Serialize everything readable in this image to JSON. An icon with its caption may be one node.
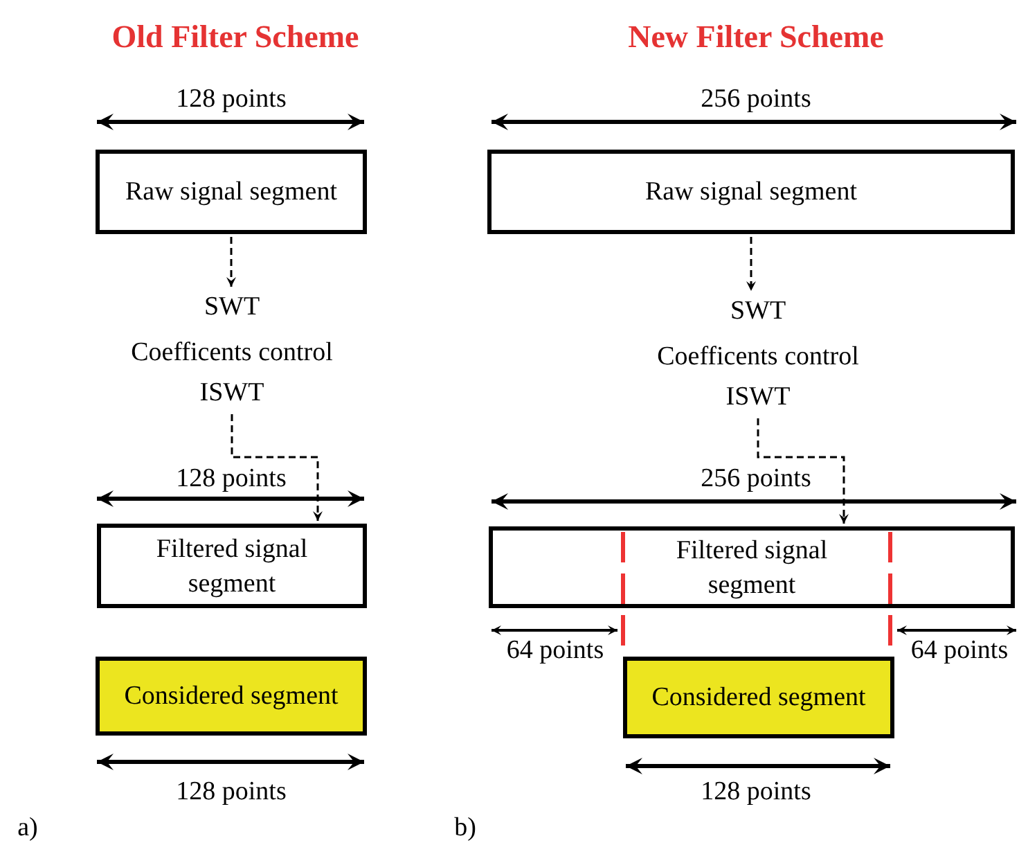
{
  "diagram": {
    "nodes": [
      {
        "text": [
          "Raw signal segment"
        ]
      },
      {
        "text": [
          "SWT",
          "Coefficents control",
          "ISWT"
        ]
      },
      {
        "text": [
          "Filtered signal segment"
        ]
      },
      {
        "text": [
          "Considered segment"
        ]
      },
      {
        "text": [
          "Raw signal segment"
        ]
      },
      {
        "text": [
          "SWT",
          "Coefficents control",
          "ISWT"
        ]
      },
      {
        "text": [
          "Filtered signal segment"
        ]
      },
      {
        "text": [
          "Considered segment"
        ]
      }
    ],
    "edges": [
      {
        "from": 0,
        "to": 1,
        "arrow": "to",
        "style": "dashed"
      },
      {
        "from": 1,
        "to": 2,
        "arrow": "to",
        "style": "dashed"
      },
      {
        "from": 4,
        "to": 5,
        "arrow": "to",
        "style": "dashed"
      },
      {
        "from": 5,
        "to": 6,
        "arrow": "to",
        "style": "dashed"
      }
    ],
    "labels": [
      "Old Filter Scheme",
      "New Filter Scheme",
      "128 points",
      "256 points",
      "128 points",
      "256 points",
      "64 points",
      "64 points",
      "128 points",
      "128 points",
      "a)",
      "b)"
    ]
  }
}
